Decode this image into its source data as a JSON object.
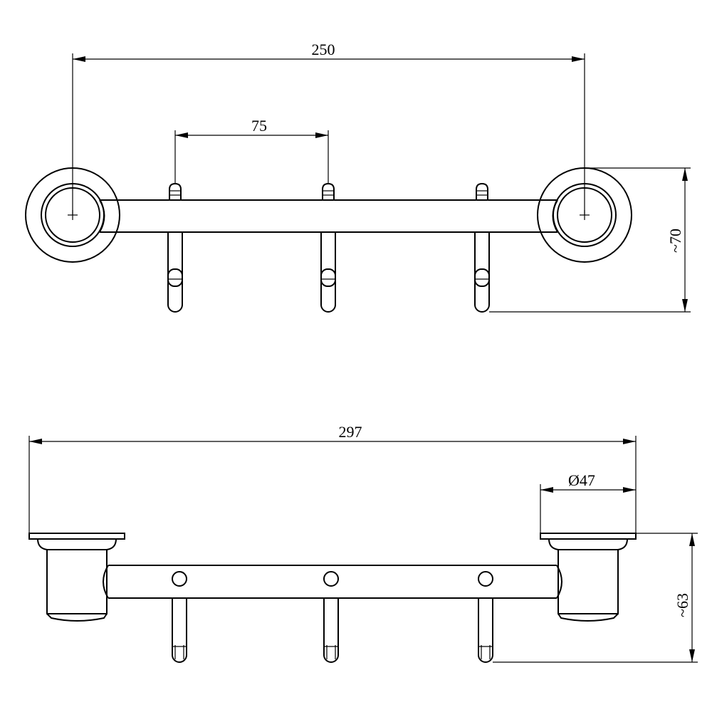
{
  "drawing": {
    "top_view": {
      "dim_overall": "250",
      "dim_hook_spacing": "75",
      "dim_depth": "~70"
    },
    "front_view": {
      "dim_overall": "297",
      "dim_diameter": "Ø47",
      "dim_height": "~63"
    }
  }
}
